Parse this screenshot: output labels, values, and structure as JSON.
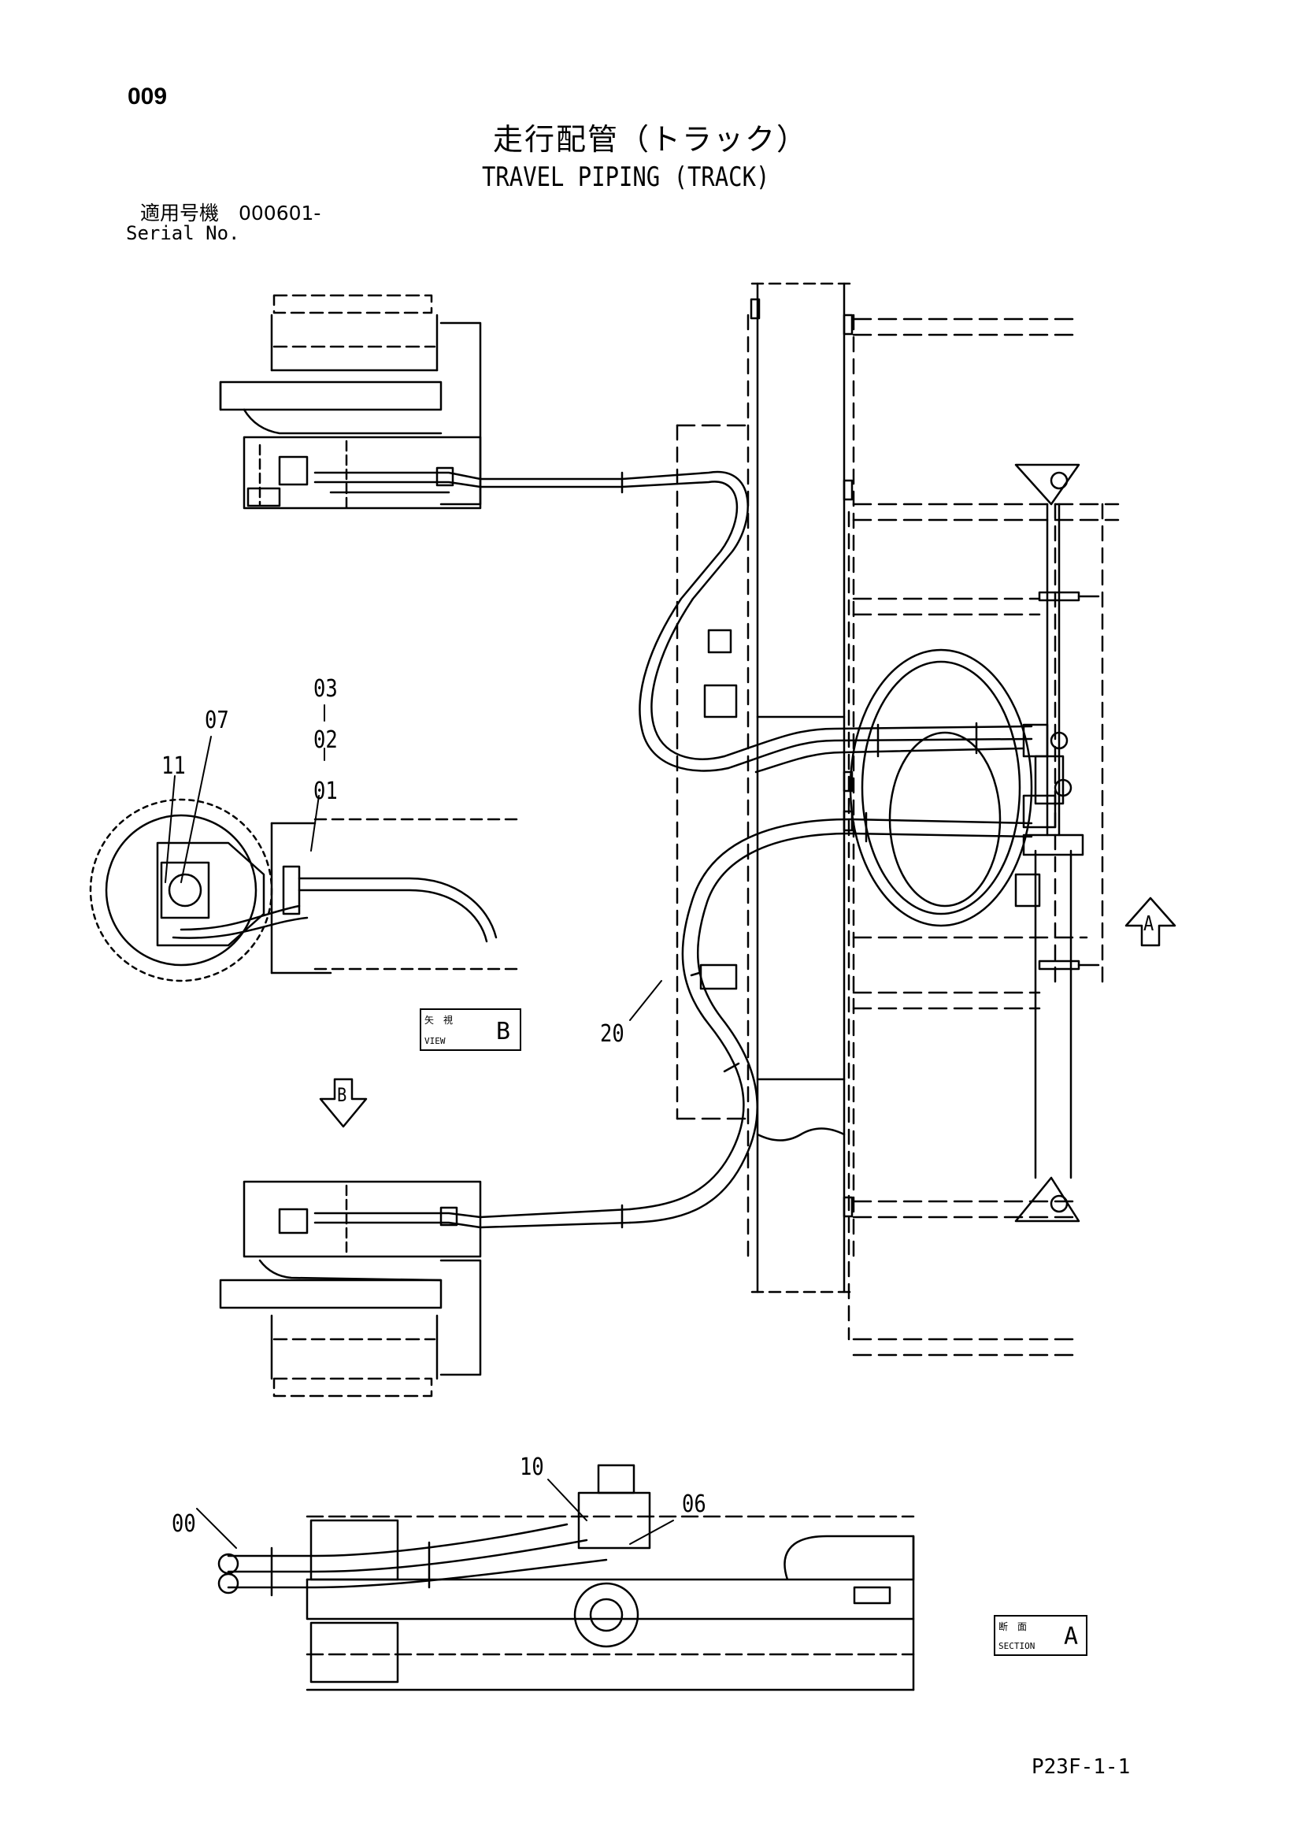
{
  "header": {
    "page_number": "009",
    "title_jp": "走行配管（トラック）",
    "title_en": "TRAVEL PIPING (TRACK)",
    "serial_jp": "適用号機　000601-",
    "serial_en": "Serial No."
  },
  "callouts": {
    "c03": "03",
    "c02": "02",
    "c01": "01",
    "c07": "07",
    "c11": "11",
    "c20": "20",
    "c10": "10",
    "c06": "06",
    "c00": "00"
  },
  "view_b_box": {
    "jp": "矢　視",
    "en": "VIEW",
    "letter": "B"
  },
  "section_a_box": {
    "jp": "断　面",
    "en": "SECTION",
    "letter": "A"
  },
  "arrow_a_letter": "A",
  "arrow_b_letter": "B",
  "footer": {
    "code": "P23F-1-1"
  }
}
